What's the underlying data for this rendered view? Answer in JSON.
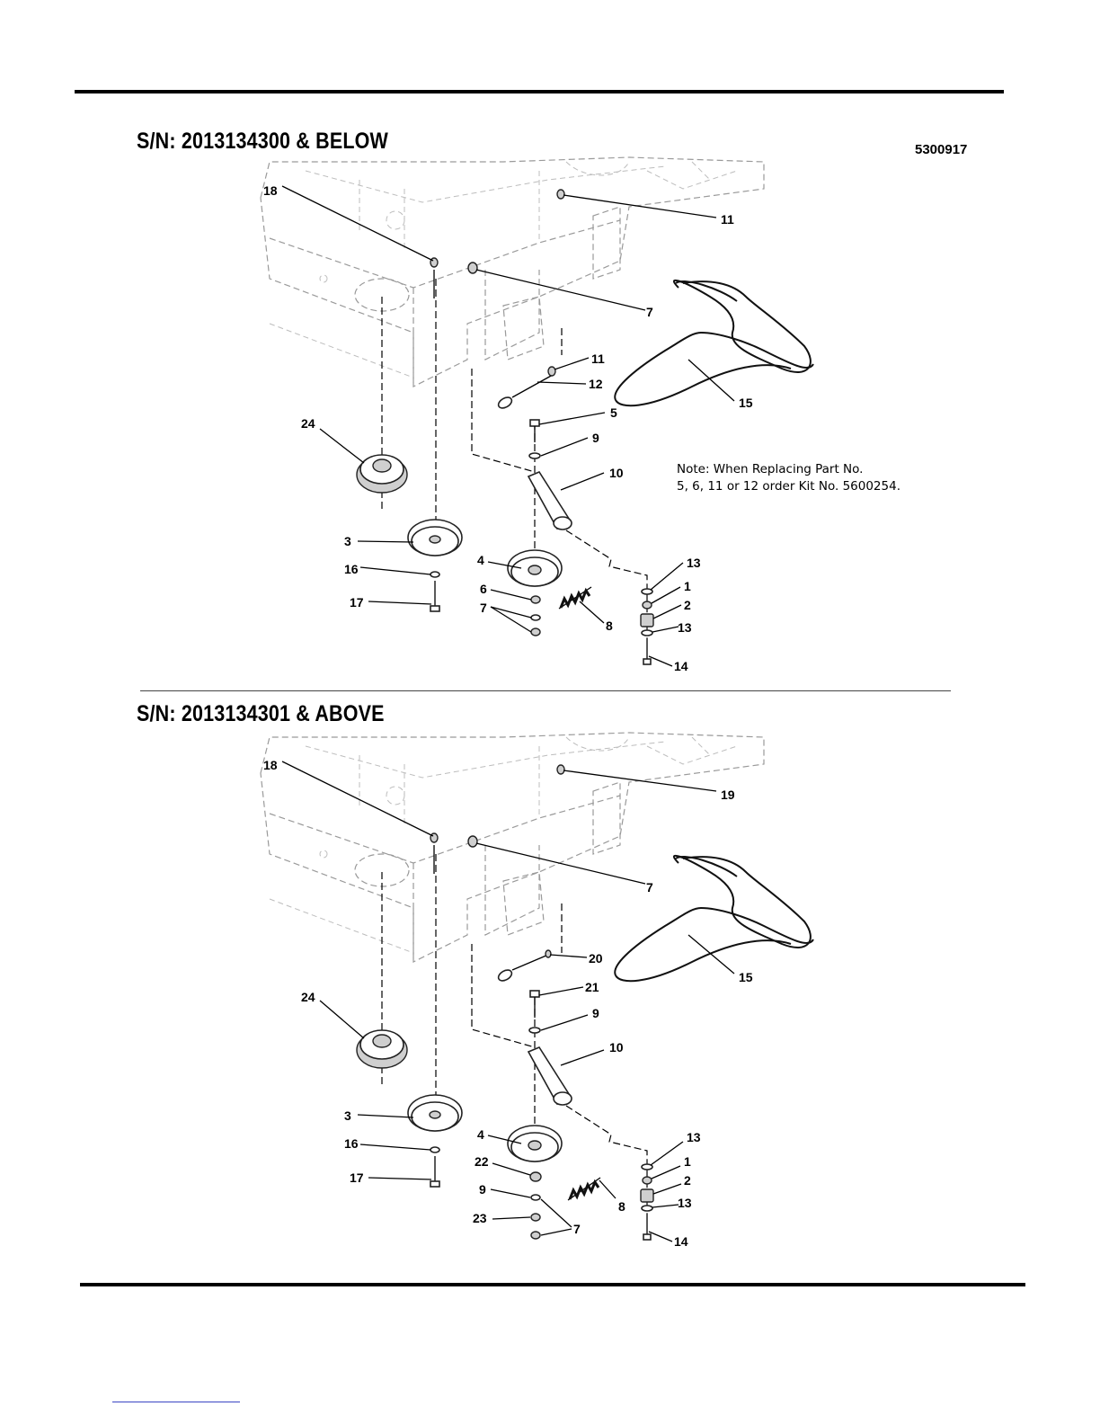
{
  "drawing_number": "5300917",
  "note_lines": [
    "Note: When Replacing Part No.",
    "5, 6, 11 or 12 order Kit No. 5600254."
  ],
  "sections": [
    {
      "heading": "S/N: 2013134300 & BELOW",
      "callouts": [
        "18",
        "11",
        "7",
        "11",
        "12",
        "15",
        "24",
        "5",
        "9",
        "10",
        "3",
        "4",
        "13",
        "16",
        "1",
        "6",
        "2",
        "7",
        "8",
        "13",
        "17",
        "14"
      ]
    },
    {
      "heading": "S/N: 2013134301 & ABOVE",
      "callouts": [
        "18",
        "19",
        "7",
        "20",
        "15",
        "24",
        "21",
        "9",
        "10",
        "3",
        "4",
        "13",
        "16",
        "1",
        "22",
        "2",
        "17",
        "9",
        "13",
        "8",
        "23",
        "7",
        "14"
      ]
    }
  ]
}
